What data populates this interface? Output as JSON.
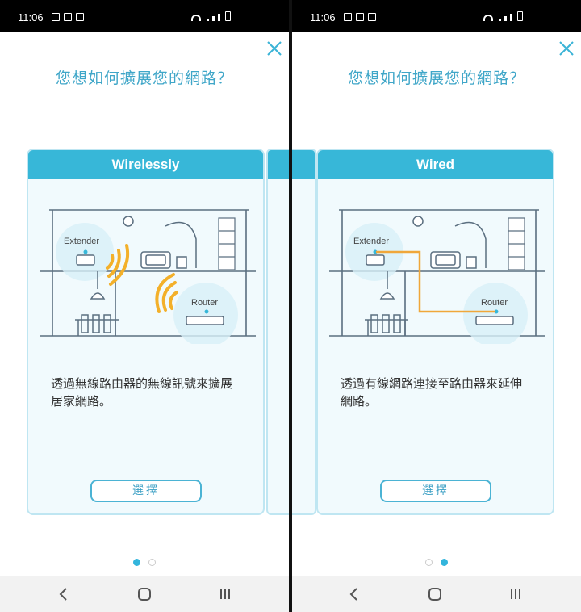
{
  "status_bar": {
    "time": "11:06"
  },
  "screens": [
    {
      "title": "您想如何擴展您的網路？",
      "card": {
        "header": "Wirelessly",
        "labels": {
          "extender": "Extender",
          "router": "Router"
        },
        "description": "透過無線路由器的無線訊號來擴展居家網路。",
        "select_label": "選擇"
      },
      "active_dot": 0
    },
    {
      "title": "您想如何擴展您的網路？",
      "card": {
        "header": "Wired",
        "labels": {
          "extender": "Extender",
          "router": "Router"
        },
        "description": "透過有線網路連接至路由器來延伸網路。",
        "select_label": "選擇"
      },
      "active_dot": 1
    }
  ],
  "colors": {
    "accent": "#37b7d8",
    "title": "#3fa6c8",
    "signal_wave": "#f3b02a",
    "wired_cable": "#f0a73a"
  },
  "icons": {
    "close": "close-icon",
    "back": "back-icon",
    "home": "home-icon",
    "recents": "recents-icon"
  }
}
